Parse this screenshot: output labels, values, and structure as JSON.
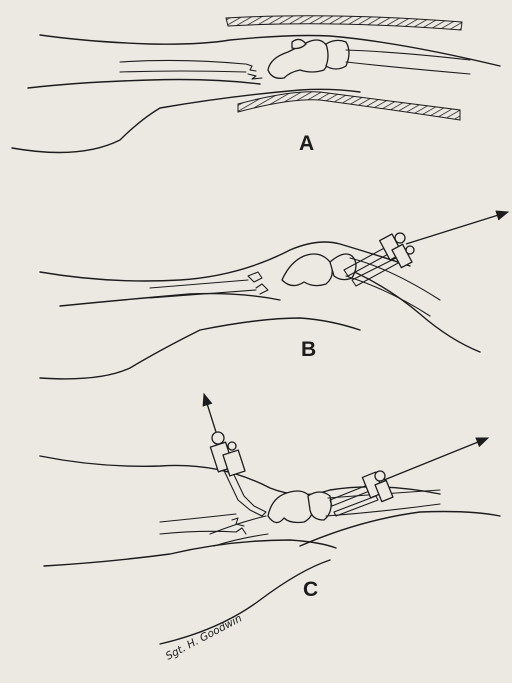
{
  "panels": [
    {
      "label": "A"
    },
    {
      "label": "B"
    },
    {
      "label": "C"
    }
  ],
  "signature": "Sgt. H. Goodwin",
  "colors": {
    "background": "#ebe9e2",
    "ink": "#1c1c1c"
  }
}
